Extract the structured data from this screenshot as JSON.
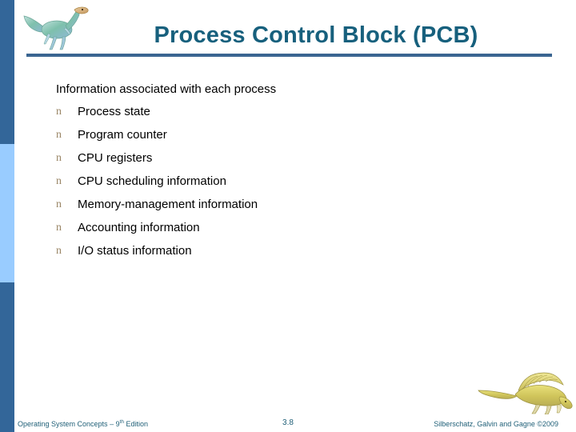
{
  "slide": {
    "title": "Process Control Block (PCB)",
    "lead_line": "Information associated with each process",
    "bullet_marker": "n",
    "bullets": [
      {
        "label": "Process state"
      },
      {
        "label": "Program counter"
      },
      {
        "label": "CPU registers"
      },
      {
        "label": "CPU scheduling information"
      },
      {
        "label": "Memory-management information"
      },
      {
        "label": "Accounting information"
      },
      {
        "label": "I/O status information"
      }
    ]
  },
  "footer": {
    "left_prefix": "Operating System Concepts ",
    "left_dash_number": "– 9",
    "left_superscript": "th",
    "left_suffix": " Edition",
    "page_number": "3.8",
    "right": "Silberschatz, Galvin and Gagne ©2009"
  },
  "decor": {
    "top_dinosaur": "plateosaurus-illustration",
    "bottom_dinosaur": "spinosaurus-illustration",
    "sidebar_top": "sidebar-segment-dark-top",
    "sidebar_middle": "sidebar-segment-light-middle",
    "sidebar_bottom": "sidebar-segment-dark-bottom"
  },
  "colors": {
    "title": "#17607d",
    "rule": "#3a6591",
    "sidebar_dark": "#336699",
    "sidebar_light": "#99ccff",
    "bullet_marker": "#9a8666",
    "footer_text": "#1f5f77",
    "body_text": "#000000"
  }
}
